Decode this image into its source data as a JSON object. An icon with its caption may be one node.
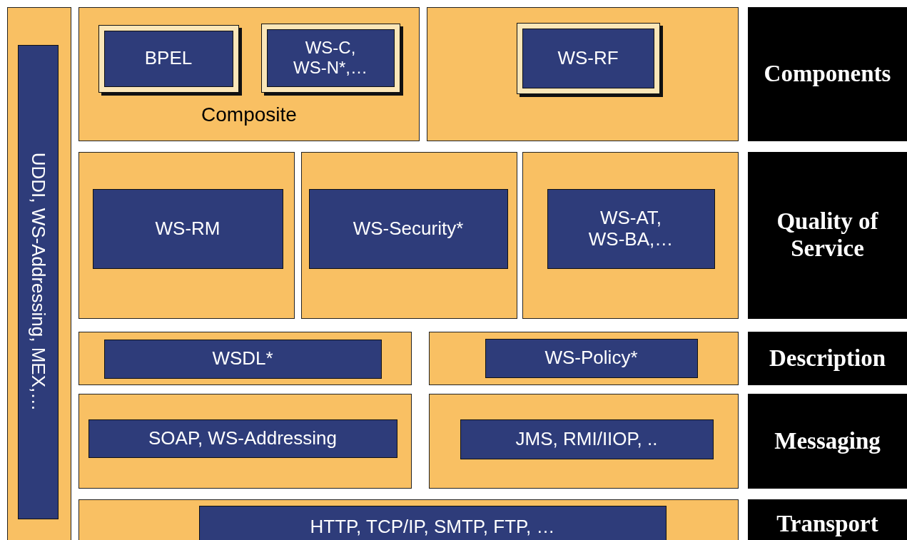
{
  "diagram": {
    "nodes": [
      {
        "text": [],
        "shape": "box"
      },
      {
        "text": [
          "UDDI, WS-Addressing, MEX,…"
        ],
        "in": 0
      },
      {
        "text": [
          "Composite"
        ]
      },
      {
        "text": [
          "BPEL"
        ],
        "in": 2
      },
      {
        "text": [
          "WS-C, WS-N*,…"
        ],
        "in": 2
      },
      {
        "text": [],
        "shape": "box"
      },
      {
        "text": [
          "WS-RF"
        ],
        "in": 5
      },
      {
        "text": [
          "Components"
        ]
      },
      {
        "text": [],
        "shape": "box"
      },
      {
        "text": [
          "WS-RM"
        ],
        "in": 8
      },
      {
        "text": [],
        "shape": "box"
      },
      {
        "text": [
          "WS-Security*"
        ],
        "in": 10
      },
      {
        "text": [],
        "shape": "box"
      },
      {
        "text": [
          "WS-AT, WS-BA,…"
        ],
        "in": 12
      },
      {
        "text": [
          "Quality of Service"
        ]
      },
      {
        "text": [],
        "shape": "box"
      },
      {
        "text": [
          "WSDL*"
        ],
        "in": 15
      },
      {
        "text": [],
        "shape": "box"
      },
      {
        "text": [
          "WS-Policy*"
        ],
        "in": 17
      },
      {
        "text": [
          "Description"
        ]
      },
      {
        "text": [],
        "shape": "box"
      },
      {
        "text": [
          "SOAP, WS-Addressing"
        ],
        "in": 20
      },
      {
        "text": [],
        "shape": "box"
      },
      {
        "text": [
          "JMS, RMI/IIOP, .."
        ],
        "in": 22
      },
      {
        "text": [
          "Messaging"
        ]
      },
      {
        "text": [],
        "shape": "box"
      },
      {
        "text": [
          "HTTP, TCP/IP, SMTP, FTP, …"
        ],
        "in": 25
      },
      {
        "text": [
          "Transport"
        ]
      }
    ]
  }
}
